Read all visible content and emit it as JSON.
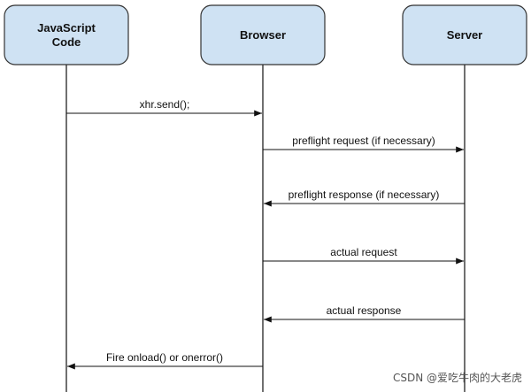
{
  "participants": [
    {
      "id": "js",
      "lines": [
        "JavaScript",
        "Code"
      ]
    },
    {
      "id": "browser",
      "lines": [
        "Browser"
      ]
    },
    {
      "id": "server",
      "lines": [
        "Server"
      ]
    }
  ],
  "messages": [
    {
      "from": "js",
      "to": "browser",
      "label": "xhr.send();"
    },
    {
      "from": "browser",
      "to": "server",
      "label": "preflight request (if necessary)"
    },
    {
      "from": "server",
      "to": "browser",
      "label": "preflight response (if necessary)"
    },
    {
      "from": "browser",
      "to": "server",
      "label": "actual request"
    },
    {
      "from": "server",
      "to": "browser",
      "label": "actual response"
    },
    {
      "from": "browser",
      "to": "js",
      "label": "Fire onload() or onerror()"
    }
  ],
  "watermark": "CSDN @爱吃牛肉的大老虎",
  "colors": {
    "box_fill": "#cfe2f3",
    "box_stroke": "#333333",
    "line": "#111111"
  }
}
